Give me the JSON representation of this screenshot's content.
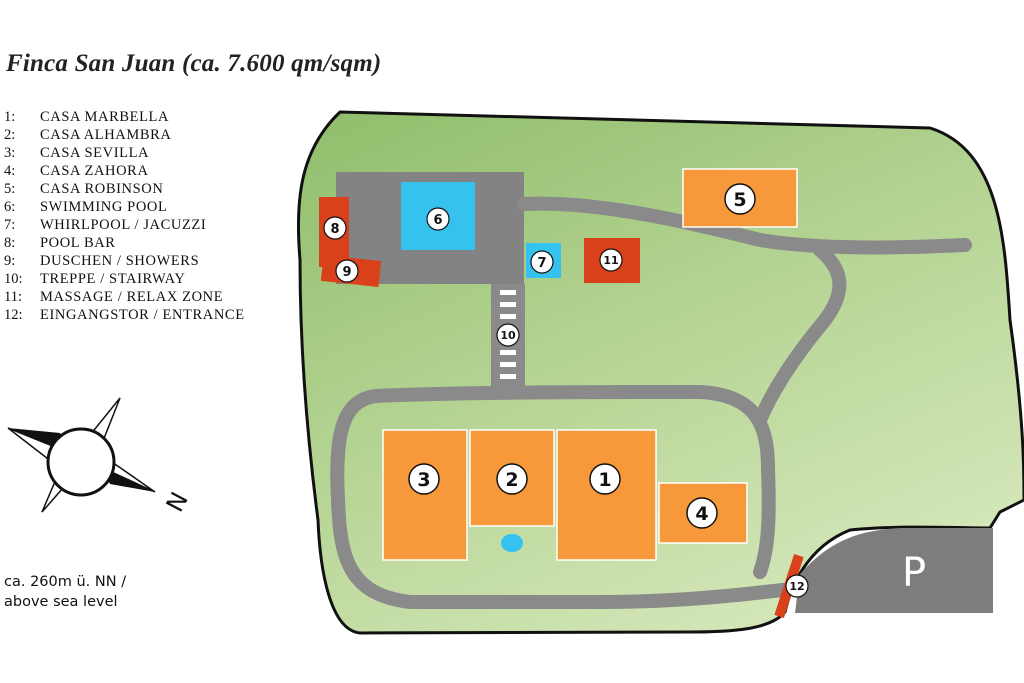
{
  "title": "Finca San Juan (ca. 7.600 qm/sqm)",
  "legend": [
    {
      "num": "1:",
      "label": "CASA MARBELLA"
    },
    {
      "num": "2:",
      "label": "CASA ALHAMBRA"
    },
    {
      "num": "3:",
      "label": "CASA SEVILLA"
    },
    {
      "num": "4:",
      "label": "CASA ZAHORA"
    },
    {
      "num": "5:",
      "label": "CASA ROBINSON"
    },
    {
      "num": "6:",
      "label": "SWIMMING POOL"
    },
    {
      "num": "7:",
      "label": "WHIRLPOOL / JACUZZI"
    },
    {
      "num": "8:",
      "label": "POOL BAR"
    },
    {
      "num": "9:",
      "label": "DUSCHEN / SHOWERS"
    },
    {
      "num": "10:",
      "label": "TREPPE / STAIRWAY"
    },
    {
      "num": "11:",
      "label": "MASSAGE / RELAX ZONE"
    },
    {
      "num": "12:",
      "label": "EINGANGSTOR / ENTRANCE"
    }
  ],
  "altitude": {
    "line1": "ca. 260m ü. NN /",
    "line2": "above sea level"
  },
  "compass": {
    "label": "N"
  },
  "parking": {
    "label": "P"
  },
  "markers": {
    "m1": "1",
    "m2": "2",
    "m3": "3",
    "m4": "4",
    "m5": "5",
    "m6": "6",
    "m7": "7",
    "m8": "8",
    "m9": "9",
    "m10": "10",
    "m11": "11",
    "m12": "12"
  },
  "colors": {
    "grass_light": "#cfe3b0",
    "grass_dark": "#8fbd6a",
    "path": "#8a8a8a",
    "house": "#f7993a",
    "pool": "#35c2ee",
    "red": "#d8411a",
    "parking": "#7d7d7d"
  }
}
